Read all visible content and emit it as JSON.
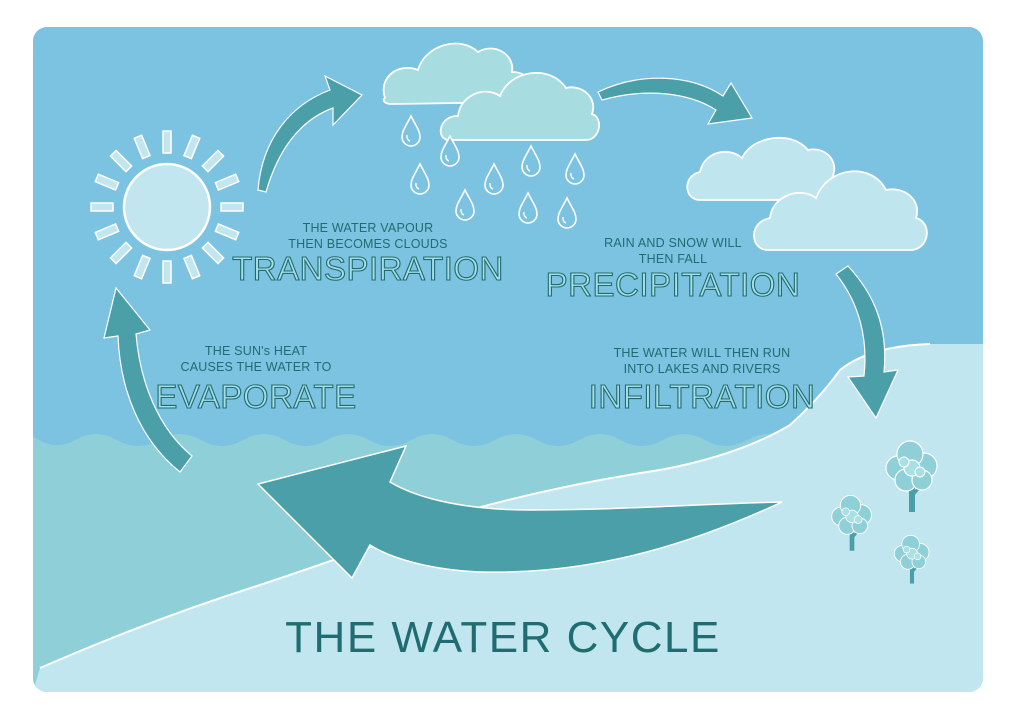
{
  "title": "THE WATER CYCLE",
  "stages": {
    "evaporate": {
      "caption_line1": "THE SUN's HEAT",
      "caption_line2": "CAUSES THE WATER TO",
      "name": "EVAPORATE"
    },
    "transpiration": {
      "caption_line1": "THE WATER VAPOUR",
      "caption_line2": "THEN BECOMES CLOUDS",
      "name": "TRANSPIRATION"
    },
    "precipitation": {
      "caption_line1": "RAIN AND SNOW WILL",
      "caption_line2": "THEN FALL",
      "name": "PRECIPITATION"
    },
    "infiltration": {
      "caption_line1": "THE WATER WILL THEN RUN",
      "caption_line2": "INTO LAKES AND RIVERS",
      "name": "INFILTRATION"
    }
  },
  "icons": [
    "sun-icon",
    "rain-cloud-icon",
    "cloud-icon",
    "raindrop-icon",
    "tree-icon",
    "arrow-icon"
  ],
  "colors": {
    "sky": "#7cc2e1",
    "sea": "#8fcfd8",
    "land": "#c1e6ef",
    "arrow": "#4a9fa9",
    "cloud": "#a7dce0",
    "text": "#1f6d70"
  }
}
